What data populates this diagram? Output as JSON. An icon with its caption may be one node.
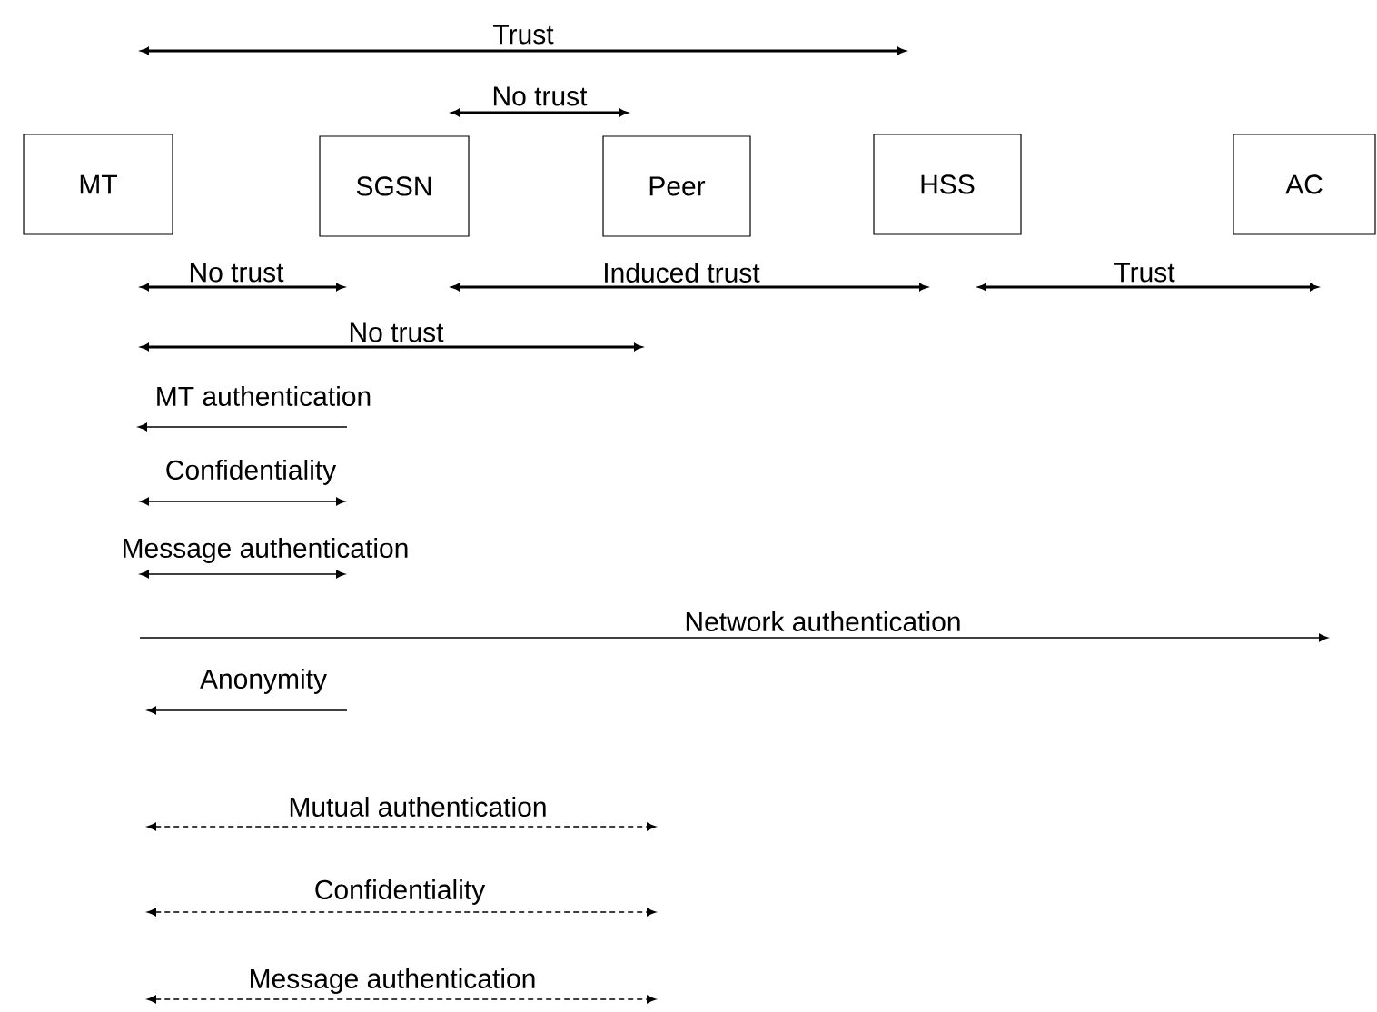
{
  "diagram": {
    "nodes": [
      {
        "text": [
          "MT"
        ]
      },
      {
        "text": [
          "SGSN"
        ]
      },
      {
        "text": [
          "Peer"
        ]
      },
      {
        "text": [
          "HSS"
        ]
      },
      {
        "text": [
          "AC"
        ]
      }
    ],
    "labels": [
      "Trust",
      "No trust",
      "No trust",
      "Induced trust",
      "Trust",
      "No trust",
      "MT authentication",
      "Confidentiality",
      "Message authentication",
      "Network authentication",
      "Anonymity",
      "Mutual authentication",
      "Confidentiality",
      "Message authentication"
    ]
  }
}
